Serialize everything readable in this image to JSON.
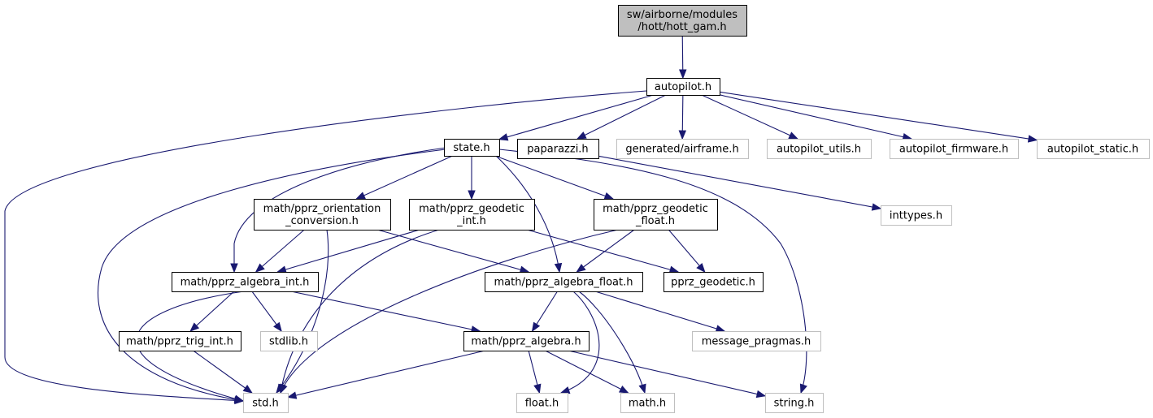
{
  "colors": {
    "edge": "#191970",
    "focus_fill": "#bfbfbf",
    "focus_border": "#000000",
    "documented_border": "#000000",
    "undocumented_border": "#bfbfbf",
    "node_fill": "#ffffff"
  },
  "nodes": {
    "hott_gam": {
      "lines": [
        "sw/airborne/modules",
        "/hott/hott_gam.h"
      ],
      "kind": "focus"
    },
    "autopilot": {
      "lines": [
        "autopilot.h"
      ],
      "kind": "documented"
    },
    "state": {
      "lines": [
        "state.h"
      ],
      "kind": "documented"
    },
    "paparazzi": {
      "lines": [
        "paparazzi.h"
      ],
      "kind": "documented"
    },
    "airframe": {
      "lines": [
        "generated/airframe.h"
      ],
      "kind": "external"
    },
    "ap_utils": {
      "lines": [
        "autopilot_utils.h"
      ],
      "kind": "external"
    },
    "ap_firmware": {
      "lines": [
        "autopilot_firmware.h"
      ],
      "kind": "external"
    },
    "ap_static": {
      "lines": [
        "autopilot_static.h"
      ],
      "kind": "external"
    },
    "inttypes": {
      "lines": [
        "inttypes.h"
      ],
      "kind": "external"
    },
    "orient": {
      "lines": [
        "math/pprz_orientation",
        "_conversion.h"
      ],
      "kind": "documented"
    },
    "geo_int": {
      "lines": [
        "math/pprz_geodetic",
        "_int.h"
      ],
      "kind": "documented"
    },
    "geo_float": {
      "lines": [
        "math/pprz_geodetic",
        "_float.h"
      ],
      "kind": "documented"
    },
    "alg_int": {
      "lines": [
        "math/pprz_algebra_int.h"
      ],
      "kind": "documented"
    },
    "alg_float": {
      "lines": [
        "math/pprz_algebra_float.h"
      ],
      "kind": "documented"
    },
    "pprz_geodetic": {
      "lines": [
        "pprz_geodetic.h"
      ],
      "kind": "documented"
    },
    "trig_int": {
      "lines": [
        "math/pprz_trig_int.h"
      ],
      "kind": "documented"
    },
    "stdlib": {
      "lines": [
        "stdlib.h"
      ],
      "kind": "external"
    },
    "alg": {
      "lines": [
        "math/pprz_algebra.h"
      ],
      "kind": "documented"
    },
    "msg_pragmas": {
      "lines": [
        "message_pragmas.h"
      ],
      "kind": "external"
    },
    "std": {
      "lines": [
        "std.h"
      ],
      "kind": "external"
    },
    "float": {
      "lines": [
        "float.h"
      ],
      "kind": "external"
    },
    "math": {
      "lines": [
        "math.h"
      ],
      "kind": "external"
    },
    "string": {
      "lines": [
        "string.h"
      ],
      "kind": "external"
    }
  },
  "edges": [
    {
      "from": "hott_gam",
      "to": "autopilot"
    },
    {
      "from": "autopilot",
      "to": "state"
    },
    {
      "from": "autopilot",
      "to": "paparazzi"
    },
    {
      "from": "autopilot",
      "to": "airframe"
    },
    {
      "from": "autopilot",
      "to": "ap_utils"
    },
    {
      "from": "autopilot",
      "to": "ap_firmware"
    },
    {
      "from": "autopilot",
      "to": "ap_static"
    },
    {
      "from": "autopilot",
      "to": "std"
    },
    {
      "from": "paparazzi",
      "to": "inttypes"
    },
    {
      "from": "state",
      "to": "orient"
    },
    {
      "from": "state",
      "to": "geo_int"
    },
    {
      "from": "state",
      "to": "geo_float"
    },
    {
      "from": "state",
      "to": "alg_int"
    },
    {
      "from": "state",
      "to": "alg_float"
    },
    {
      "from": "state",
      "to": "std"
    },
    {
      "from": "state",
      "to": "string"
    },
    {
      "from": "orient",
      "to": "alg_int"
    },
    {
      "from": "orient",
      "to": "alg_float"
    },
    {
      "from": "orient",
      "to": "std"
    },
    {
      "from": "geo_int",
      "to": "alg_int"
    },
    {
      "from": "geo_int",
      "to": "pprz_geodetic"
    },
    {
      "from": "geo_int",
      "to": "std"
    },
    {
      "from": "geo_float",
      "to": "alg_float"
    },
    {
      "from": "geo_float",
      "to": "pprz_geodetic"
    },
    {
      "from": "geo_float",
      "to": "std"
    },
    {
      "from": "alg_int",
      "to": "trig_int"
    },
    {
      "from": "alg_int",
      "to": "stdlib"
    },
    {
      "from": "alg_int",
      "to": "alg"
    },
    {
      "from": "alg_int",
      "to": "std"
    },
    {
      "from": "alg_float",
      "to": "alg"
    },
    {
      "from": "alg_float",
      "to": "msg_pragmas"
    },
    {
      "from": "alg_float",
      "to": "float"
    },
    {
      "from": "alg_float",
      "to": "math"
    },
    {
      "from": "trig_int",
      "to": "std"
    },
    {
      "from": "alg",
      "to": "std"
    },
    {
      "from": "alg",
      "to": "float"
    },
    {
      "from": "alg",
      "to": "math"
    },
    {
      "from": "alg",
      "to": "string"
    }
  ]
}
